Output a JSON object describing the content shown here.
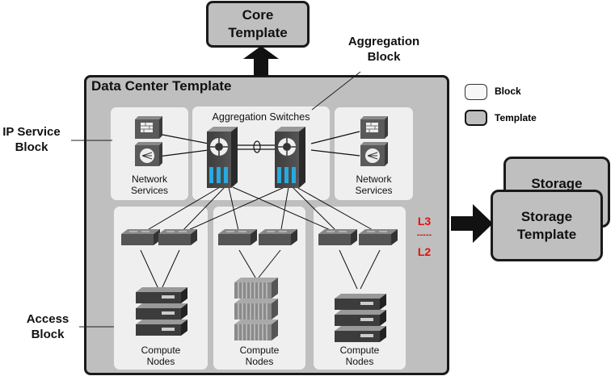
{
  "core": {
    "line1": "Core",
    "line2": "Template"
  },
  "aggregation_callout": {
    "line1": "Aggregation",
    "line2": "Block"
  },
  "data_center": {
    "title": "Data Center Template"
  },
  "aggregation_switches": {
    "label": "Aggregation Switches"
  },
  "network_services_left": {
    "line1": "Network",
    "line2": "Services"
  },
  "network_services_right": {
    "line1": "Network",
    "line2": "Services"
  },
  "ip_service": {
    "line1": "IP Service",
    "line2": "Block"
  },
  "access": {
    "line1": "Access",
    "line2": "Block"
  },
  "compute": [
    {
      "line1": "Compute",
      "line2": "Nodes"
    },
    {
      "line1": "Compute",
      "line2": "Nodes"
    },
    {
      "line1": "Compute",
      "line2": "Nodes"
    }
  ],
  "layers": {
    "l3": "L3",
    "sep": "-----",
    "l2": "L2"
  },
  "legend": {
    "block": "Block",
    "template": "Template"
  },
  "storage": {
    "back": "Storage",
    "front_line1": "Storage",
    "front_line2": "Template"
  },
  "colors": {
    "template_fill": "#bfbfbf",
    "block_fill": "#efefef",
    "switch_blue": "#29a9e0",
    "layer_red": "#e01010"
  }
}
